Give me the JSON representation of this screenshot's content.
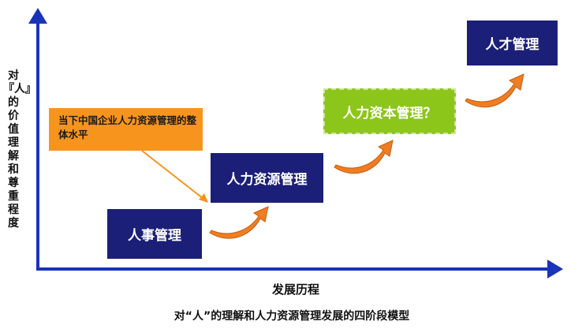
{
  "axes": {
    "y_label": "对『人』的价值理解和尊重程度",
    "x_label": "发展历程",
    "color": "#1a33b8"
  },
  "stages": [
    {
      "label": "人事管理",
      "color": "#1b1f77"
    },
    {
      "label": "人力资源管理",
      "color": "#1b1f77"
    },
    {
      "label": "人力资本管理？",
      "color": "#8cc61a"
    },
    {
      "label": "人才管理",
      "color": "#1b1f77"
    }
  ],
  "callout": {
    "text": "当下中国企业人力资源管理的整体水平",
    "color": "#f7941d"
  },
  "caption": "对“人”的理解和人力资源管理发展的四阶段模型",
  "arrow_color": "#f07c1e"
}
